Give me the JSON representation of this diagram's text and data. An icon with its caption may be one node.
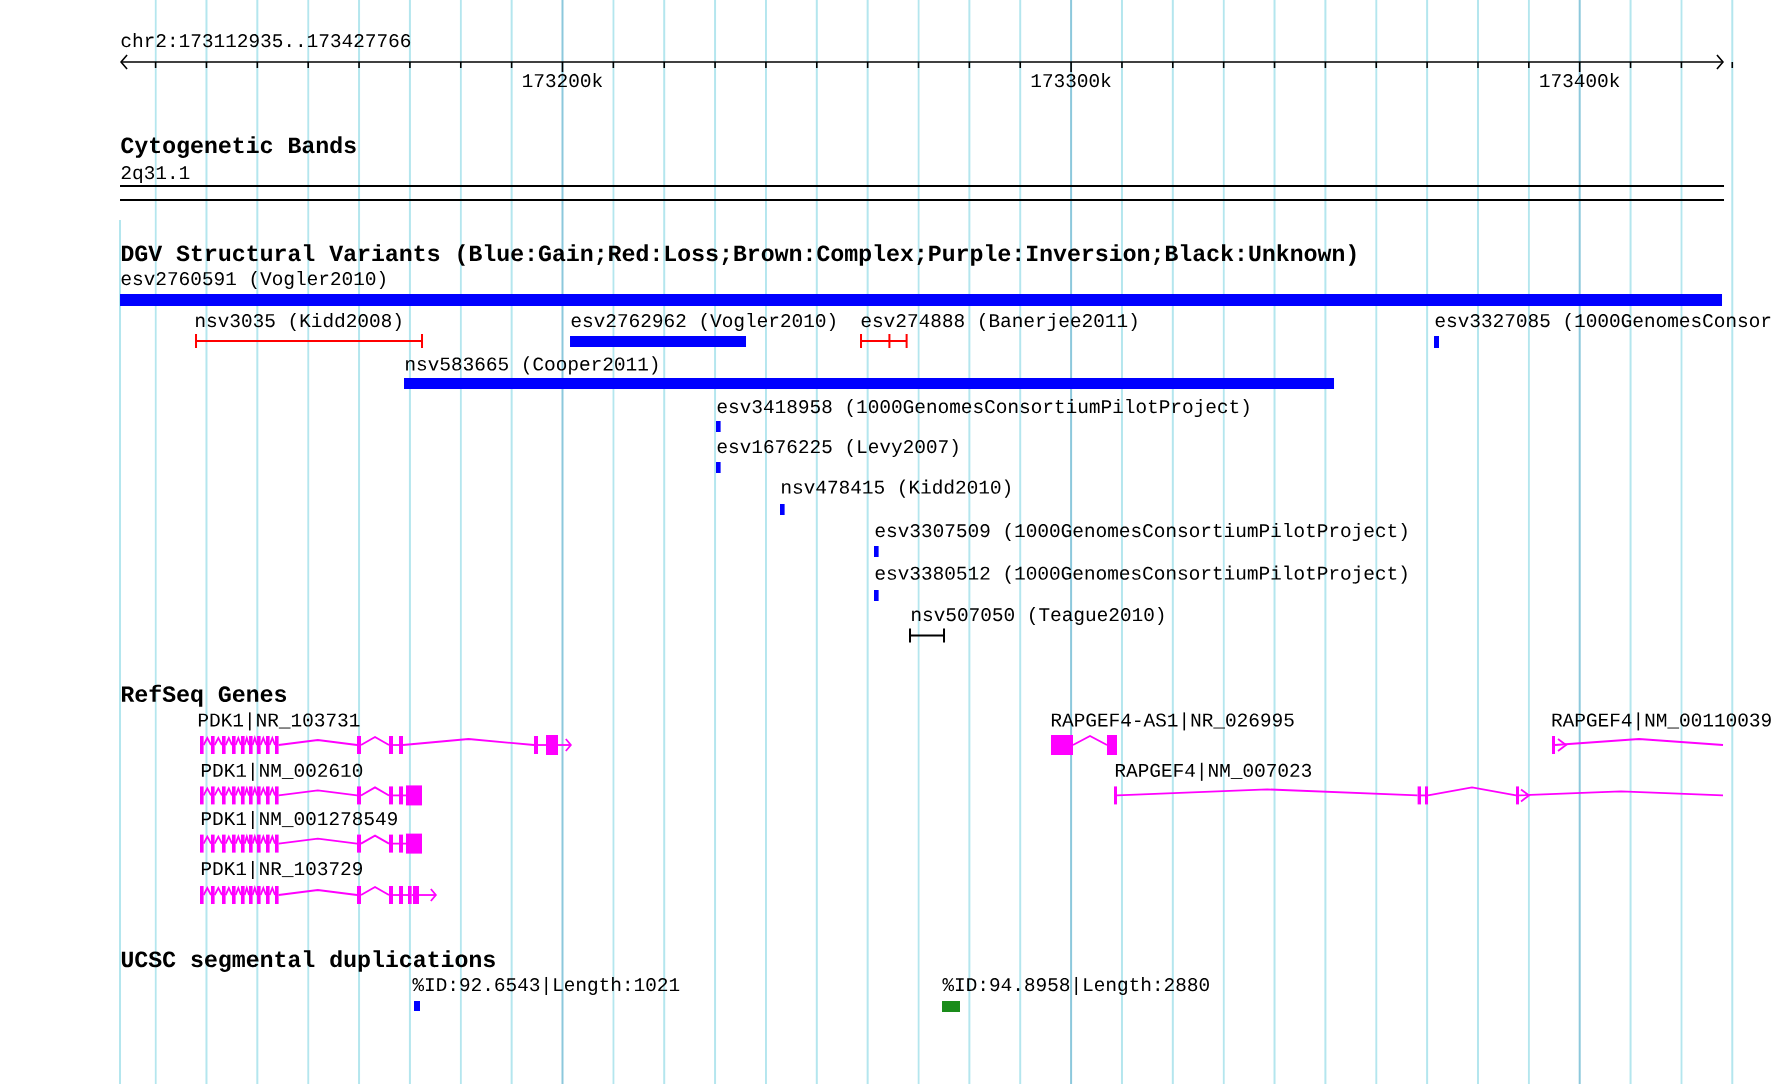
{
  "diagram": {
    "labels": [
      "chr2:173112935..173427766",
      "173200k",
      "173300k",
      "173400k",
      "Cytogenetic Bands",
      "2q31.1",
      "DGV Structural Variants (Blue:Gain;Red:Loss;Brown:Complex;Purple:Inversion;Black:Unknown)",
      "esv2760591 (Vogler2010)",
      "nsv3035 (Kidd2008)",
      "esv2762962 (Vogler2010)",
      "esv274888 (Banerjee2011)",
      "esv3327085 (1000GenomesConsor",
      "nsv583665 (Cooper2011)",
      "esv3418958 (1000GenomesConsortiumPilotProject)",
      "esv1676225 (Levy2007)",
      "nsv478415 (Kidd2010)",
      "esv3307509 (1000GenomesConsortiumPilotProject)",
      "esv3380512 (1000GenomesConsortiumPilotProject)",
      "nsv507050 (Teague2010)",
      "RefSeq Genes",
      "PDK1|NR_103731",
      "RAPGEF4-AS1|NR_026995",
      "RAPGEF4|NM_00110039",
      "PDK1|NM_002610",
      "RAPGEF4|NM_007023",
      "PDK1|NM_001278549",
      "PDK1|NR_103729",
      "UCSC segmental duplications",
      "%ID:92.6543|Length:1021",
      "%ID:94.8958|Length:2880"
    ]
  }
}
